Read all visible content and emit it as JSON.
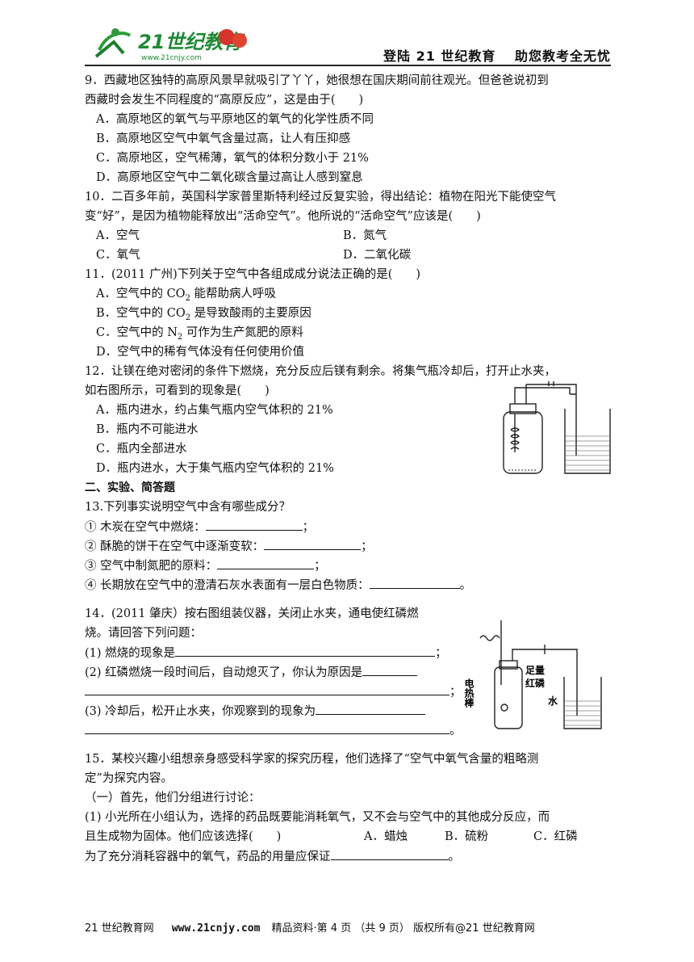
{
  "header": {
    "logo_text": "21世纪教育",
    "logo_url": "www.21cnjy.com",
    "slogan": "登陆 21 世纪教育　 助您教考全无忧"
  },
  "q9": {
    "l1": "9．西藏地区独特的高原风景早就吸引了丫丫，她很想在国庆期间前往观光。但爸爸说初到",
    "l2": "西藏时会发生不同程度的“高原反应”，这是由于(　　)",
    "a": "A．高原地区的氧气与平原地区的氧气的化学性质不同",
    "b": "B．高原地区空气中氧气含量过高，让人有压抑感",
    "c": "C．高原地区，空气稀薄，氧气的体积分数小于 21%",
    "d": "D．高原地区空气中二氧化碳含量过高让人感到窒息"
  },
  "q10": {
    "l1": "10．二百多年前，英国科学家普里斯特利经过反复实验，得出结论：植物在阳光下能使空气",
    "l2": "变“好”，是因为植物能释放出“活命空气”。他所说的“活命空气”应该是(　　)",
    "a": "A．空气",
    "b": "B．氮气",
    "c": "C．氧气",
    "d": "D．二氧化碳"
  },
  "q11": {
    "l1": "11．(2011 广州)下列关于空气中各组成成分说法正确的是(　　)",
    "a1": "A．空气中的 CO",
    "a_sub": "2",
    "a2": " 能帮助病人呼吸",
    "b1": "B．空气中的 CO",
    "b_sub": "2",
    "b2": " 是导致酸雨的主要原因",
    "c1": "C．空气中的 N",
    "c_sub": "2",
    "c2": " 可作为生产氮肥的原料",
    "d": "D．空气中的稀有气体没有任何使用价值"
  },
  "q12": {
    "l1": "12．让镁在绝对密闭的条件下燃烧，充分反应后镁有剩余。将集气瓶冷却后，打开止水夹，",
    "l2": "如右图所示，可看到的现象是(　　)",
    "a": "A．瓶内进水，约占集气瓶内空气体积的 21%",
    "b": "B．瓶内不可能进水",
    "c": "C．瓶内全部进水",
    "d": "D．瓶内进水，大于集气瓶内空气体积的 21%"
  },
  "section2": "二、实验、简答题",
  "q13": {
    "l1": "13.下列事实说明空气中含有哪些成分？",
    "i1": "①  木炭在空气中燃烧：",
    "i2": "②  酥脆的饼干在空气中逐渐变软：",
    "i3": "③  空气中制氮肥的原料：",
    "i4": "④  长期放在空气中的澄清石灰水表面有一层白色物质：",
    "semi": "；",
    "end": "。"
  },
  "q14": {
    "l1": "14．(2011 肇庆）按右图组装仪器，关闭止水夹，通电使红磷燃",
    "l2": "烧。请回答下列问题：",
    "p1": "(1)  燃烧的现象是",
    "p2": "(2)  红磷燃烧一段时间后，自动熄灭了，你认为原因是",
    "p3": "(3)  冷却后，松开止水夹，你观察到的现象为",
    "semi": "；",
    "end": "。",
    "fig_label_rod": "电热棒",
    "fig_label_p1": "足量",
    "fig_label_p2": "红磷",
    "fig_label_water": "水"
  },
  "q15": {
    "l1": "15．某校兴趣小组想亲身感受科学家的探究历程，他们选择了“空气中氧气含量的粗略测",
    "l2": "定”为探究内容。",
    "l3": "（一）首先，他们分组进行讨论：",
    "l4": "(1) 小光所在小组认为，选择的药品既要能消耗氧气，又不会与空气中的其他成分反应，而",
    "l5": "且生成物为固体。他们应该选择(　　)",
    "opt_a": "A．蜡烛",
    "opt_b": "B．硫粉",
    "opt_c": "C．红磷",
    "l6": "为了充分消耗容器中的氧气，药品的用量应保证",
    "end": "。"
  },
  "footer": {
    "left": "21 世纪教育网",
    "site": "www.21cnjy.com",
    "right": "精品资料·第 4 页 （共 9 页） 版权所有@21 世纪教育网"
  }
}
